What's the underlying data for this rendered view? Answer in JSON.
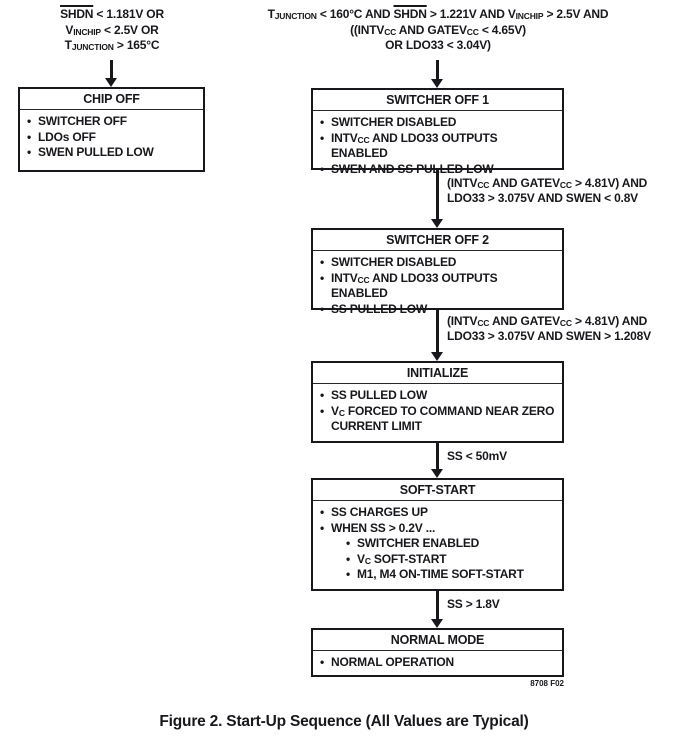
{
  "palette": {
    "ink": "#17171c",
    "background": "#ffffff"
  },
  "ui": {
    "bullet_char": "•"
  },
  "left": {
    "condition_lines": [
      [
        [
          "o",
          "SHDN"
        ],
        [
          "t",
          " < 1.181V OR"
        ]
      ],
      [
        [
          "t",
          "V"
        ],
        [
          "s",
          "INCHIP"
        ],
        [
          "t",
          " < 2.5V OR"
        ]
      ],
      [
        [
          "t",
          "T"
        ],
        [
          "s",
          "JUNCTION"
        ],
        [
          "t",
          " > 165°C"
        ]
      ]
    ],
    "box": {
      "title": "CHIP OFF",
      "bullets": [
        [
          [
            "t",
            "SWITCHER OFF"
          ]
        ],
        [
          [
            "t",
            "LDOs OFF"
          ]
        ],
        [
          [
            "t",
            "SWEN PULLED LOW"
          ]
        ]
      ]
    }
  },
  "right": {
    "condition_lines": [
      [
        [
          "t",
          "T"
        ],
        [
          "s",
          "JUNCTION"
        ],
        [
          "t",
          " < 160°C AND "
        ],
        [
          "o",
          "SHDN"
        ],
        [
          "t",
          " > 1.221V AND V"
        ],
        [
          "s",
          "INCHIP"
        ],
        [
          "t",
          " > 2.5V AND"
        ]
      ],
      [
        [
          "t",
          "((INTV"
        ],
        [
          "s",
          "CC"
        ],
        [
          "t",
          " AND GATEV"
        ],
        [
          "s",
          "CC"
        ],
        [
          "t",
          " < 4.65V)"
        ]
      ],
      [
        [
          "t",
          "OR LDO33 < 3.04V)"
        ]
      ]
    ],
    "boxes": [
      {
        "title": "SWITCHER OFF 1",
        "bullets": [
          [
            [
              "t",
              "SWITCHER DISABLED"
            ]
          ],
          [
            [
              "t",
              "INTV"
            ],
            [
              "s",
              "CC"
            ],
            [
              "t",
              " AND LDO33 OUTPUTS ENABLED"
            ]
          ],
          [
            [
              "t",
              "SWEN AND SS PULLED LOW"
            ]
          ]
        ]
      },
      {
        "title": "SWITCHER OFF 2",
        "bullets": [
          [
            [
              "t",
              "SWITCHER DISABLED"
            ]
          ],
          [
            [
              "t",
              "INTV"
            ],
            [
              "s",
              "CC"
            ],
            [
              "t",
              " AND LDO33 OUTPUTS ENABLED"
            ]
          ],
          [
            [
              "t",
              "SS PULLED LOW"
            ]
          ]
        ]
      },
      {
        "title": "INITIALIZE",
        "bullets": [
          [
            [
              "t",
              "SS PULLED LOW"
            ]
          ],
          [
            [
              "t",
              "V"
            ],
            [
              "s",
              "C"
            ],
            [
              "t",
              " FORCED TO COMMAND NEAR ZERO CURRENT LIMIT"
            ]
          ]
        ]
      },
      {
        "title": "SOFT-START",
        "bullets": [
          [
            [
              "t",
              "SS CHARGES UP"
            ]
          ],
          [
            [
              "t",
              "WHEN SS > 0.2V ..."
            ]
          ],
          [
            [
              "t",
              "SWITCHER ENABLED"
            ]
          ],
          [
            [
              "t",
              "V"
            ],
            [
              "s",
              "C"
            ],
            [
              "t",
              " SOFT-START"
            ]
          ],
          [
            [
              "t",
              "M1, M4 ON-TIME SOFT-START"
            ]
          ]
        ]
      },
      {
        "title": "NORMAL MODE",
        "bullets": [
          [
            [
              "t",
              "NORMAL OPERATION"
            ]
          ]
        ]
      }
    ],
    "transitions": [
      {
        "lines": [
          [
            [
              "t",
              "(INTV"
            ],
            [
              "s",
              "CC"
            ],
            [
              "t",
              " AND GATEV"
            ],
            [
              "s",
              "CC"
            ],
            [
              "t",
              " > 4.81V) AND"
            ]
          ],
          [
            [
              "t",
              "LDO33 > 3.075V AND SWEN < 0.8V"
            ]
          ]
        ]
      },
      {
        "lines": [
          [
            [
              "t",
              "(INTV"
            ],
            [
              "s",
              "CC"
            ],
            [
              "t",
              " AND GATEV"
            ],
            [
              "s",
              "CC"
            ],
            [
              "t",
              " > 4.81V) AND"
            ]
          ],
          [
            [
              "t",
              "LDO33 > 3.075V AND SWEN > 1.208V"
            ]
          ]
        ]
      },
      {
        "lines": [
          [
            [
              "t",
              "SS < 50mV"
            ]
          ]
        ]
      },
      {
        "lines": [
          [
            [
              "t",
              "SS > 1.8V"
            ]
          ]
        ]
      }
    ]
  },
  "footer": {
    "ref_code": "8708 F02",
    "caption": "Figure 2. Start-Up Sequence (All Values are Typical)"
  }
}
